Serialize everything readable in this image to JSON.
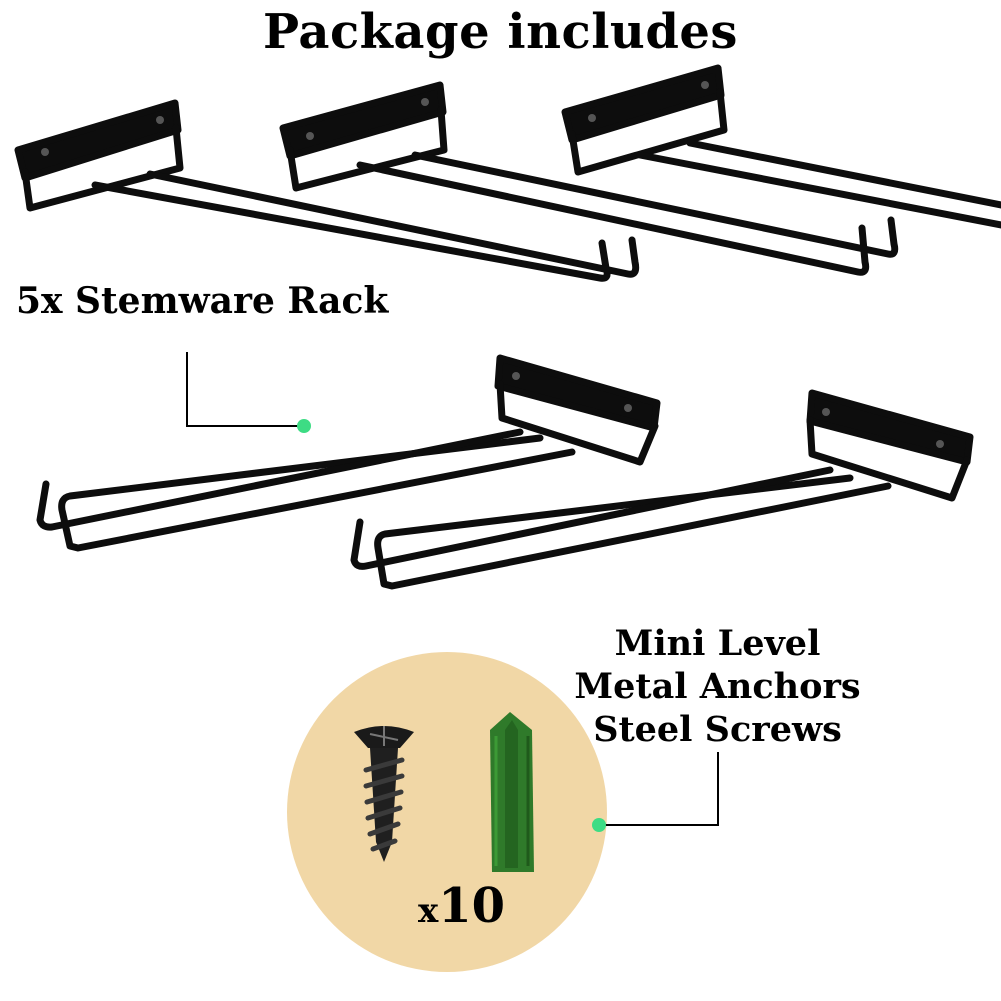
{
  "header": {
    "title": "Package includes"
  },
  "items": {
    "rack_label": "5x Stemware Rack",
    "kit_label_lines": [
      "Mini Level",
      "Metal Anchors",
      "Steel Screws"
    ],
    "quantity_prefix": "x",
    "quantity_value": "10"
  },
  "colors": {
    "circle_fill": "#f1d7a6",
    "accent_dot": "#3ddc84",
    "metal": "#0d0d0d",
    "anchor": "#2f7a2a"
  },
  "icons": [
    "stemware-rack-icon",
    "screw-icon",
    "wall-anchor-icon"
  ]
}
